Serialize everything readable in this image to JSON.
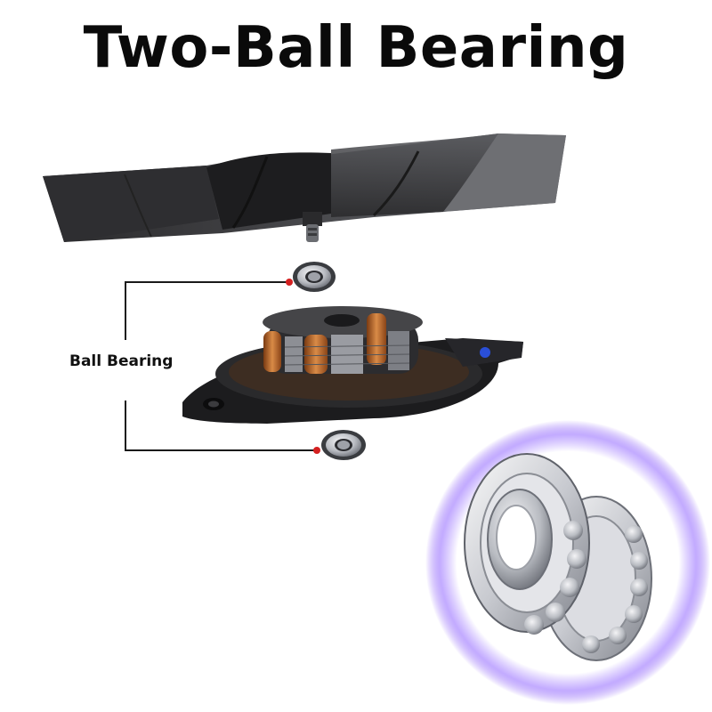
{
  "title": "Two-Ball Bearing",
  "callout": {
    "label": "Ball Bearing",
    "line_color": "#1a1a1a",
    "marker_color": "#d42020"
  },
  "illustration": {
    "parts": [
      "fan-blade",
      "upper-ball-bearing",
      "motor-stator-assembly",
      "lower-ball-bearing",
      "bearing-closeup"
    ],
    "glow_color": "#8a5cf6"
  }
}
